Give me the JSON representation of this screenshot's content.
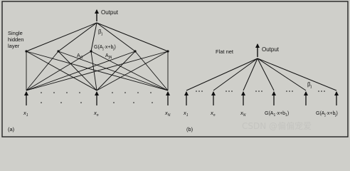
{
  "panel_a": {
    "label": "(a)",
    "output": "Output",
    "caption": "Single hidden layer",
    "caption_lines": [
      "Single",
      "hidden",
      "layer"
    ],
    "beta": "β",
    "beta_sub": "j",
    "hidden_fn": "G(A",
    "hidden_fn_sub": "j",
    "hidden_fn_rest": "·x+b",
    "hidden_fn_sub2": "j",
    "hidden_fn_close": ")",
    "weight1": "A",
    "weight1_sub": "j1",
    "weight2": "A",
    "weight2_sub": "jN",
    "input_x1": "x",
    "input_x1_sub": "1",
    "input_xn": "x",
    "input_xn_sub": "n",
    "input_xN": "x",
    "input_xN_sub": "N"
  },
  "panel_b": {
    "label": "(b)",
    "output": "Output",
    "caption": "Flat net",
    "beta": "β",
    "beta_sub": "j",
    "input_x1": "x",
    "input_x1_sub": "1",
    "input_xn": "x",
    "input_xn_sub": "n",
    "input_xN": "x",
    "input_xN_sub": "N",
    "g1": "G(A",
    "g1_sub": "1",
    "g1_rest": "·x+b",
    "g1_sub2": "1",
    "g1_close": ")",
    "gj": "G(A",
    "gj_sub": "j",
    "gj_rest": "·x+b",
    "gj_sub2": "j",
    "gj_close": ")"
  },
  "watermark": "CSDN @偏偏宠爱",
  "colors": {
    "background": "#cfcfca",
    "ink": "#111111",
    "frame": "#222222"
  }
}
